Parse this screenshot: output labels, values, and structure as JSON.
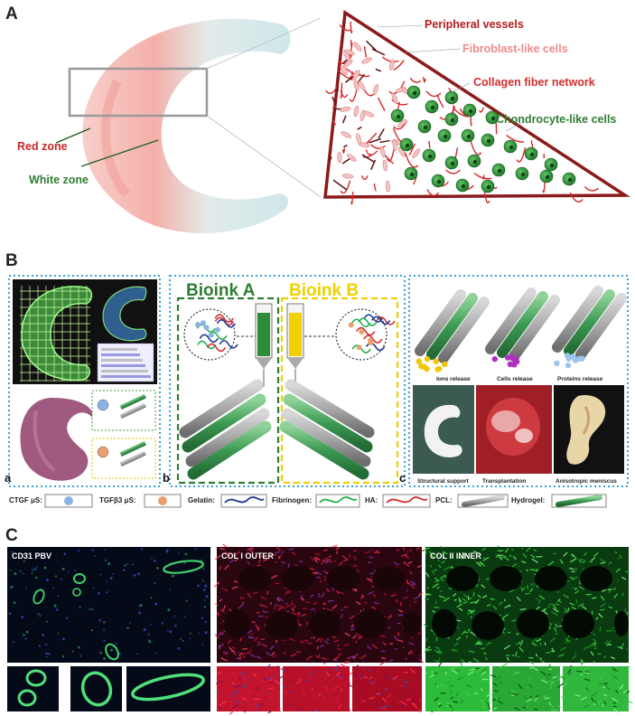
{
  "panel_a": {
    "letter": "A",
    "labels": {
      "peripheral_vessels": "Peripheral vessels",
      "fibroblast_cells": "Fibroblast-like cells",
      "collagen_network": "Collagen fiber network",
      "chondrocyte_cells": "Chondrocyte-like cells",
      "red_zone": "Red zone",
      "white_zone": "White zone"
    },
    "colors": {
      "red": "#c62828",
      "pink": "#f08080",
      "green": "#2e7d32",
      "border": "#8b1a1a"
    }
  },
  "panel_b": {
    "letter": "B",
    "sub_a": {
      "letter": "a"
    },
    "sub_b": {
      "letter": "b",
      "bioink_a": "Bioink A",
      "bioink_b": "Bioink B"
    },
    "sub_c": {
      "letter": "c",
      "top_captions": [
        "Ions release",
        "Cells release",
        "Proteins release"
      ],
      "photo_captions": [
        "Structural support",
        "Transplantation",
        "Anisotropic meniscus"
      ]
    },
    "legend": [
      {
        "label": "CTGF μS:"
      },
      {
        "label": "TGFβ3 μS:"
      },
      {
        "label": "Gelatin:"
      },
      {
        "label": "Fibrinogen:"
      },
      {
        "label": "HA:"
      },
      {
        "label": "PCL:"
      },
      {
        "label": "Hydrogel:"
      }
    ],
    "colors": {
      "green": "#2e7d32",
      "yellow": "#f0d000",
      "dotted": "#3aa0d8"
    }
  },
  "panel_c": {
    "letter": "C",
    "images": [
      {
        "label": "CD31 PBV"
      },
      {
        "label": "COL I  OUTER"
      },
      {
        "label": "COL II  INNER"
      }
    ]
  }
}
